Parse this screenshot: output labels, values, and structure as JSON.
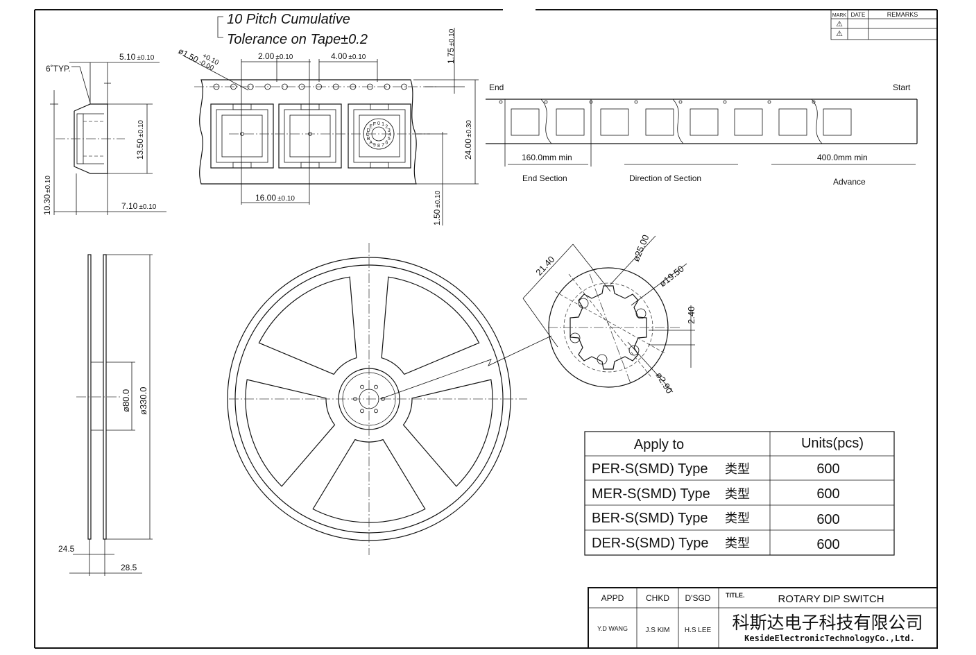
{
  "pitch_note": {
    "line1": "10 Pitch Cumulative",
    "line2": "Tolerance on Tape±0.2"
  },
  "revision_table": {
    "headers": [
      "MARK",
      "DATE",
      "REMARKS"
    ],
    "marks": [
      "⚠",
      "⚠"
    ]
  },
  "side_view": {
    "angle": "6˚TYP.",
    "dim_width_top": "5.10",
    "dim_width_top_tol": "±0.10",
    "dim_height": "13.50",
    "dim_height_tol": "±0.10",
    "dim_overall": "10.30",
    "dim_overall_tol": "±0.10",
    "dim_width_bottom": "7.10",
    "dim_width_bottom_tol": "±0.10"
  },
  "tape_view": {
    "hole_dia": "ø1.50",
    "hole_dia_tol_plus": "+0.10",
    "hole_dia_tol_minus": "-0.00",
    "pitch_hole": "2.00",
    "pitch_hole_tol": "±0.10",
    "pitch_sprocket": "4.00",
    "pitch_sprocket_tol": "±0.10",
    "edge_offset": "1.75",
    "edge_offset_tol": "±0.10",
    "tape_width": "24.00",
    "tape_width_tol": "±0.30",
    "pocket_pitch": "16.00",
    "pocket_pitch_tol": "±0.10",
    "bottom_offset": "1.50",
    "bottom_offset_tol": "±0.10",
    "dial_marks": "0123456789ABCDEF"
  },
  "leader_trailer": {
    "end_label": "End",
    "start_label": "Start",
    "end_length": "160.0mm min",
    "start_length": "400.0mm min",
    "end_section": "End Section",
    "direction": "Direction of Section",
    "advance": "Advance"
  },
  "reel_side": {
    "dia_hub": "ø80.0",
    "dia_reel": "ø330.0",
    "inner_width": "24.5",
    "outer_width": "28.5"
  },
  "hub_detail": {
    "dim_a": "21.40",
    "dia_outer": "ø25.00",
    "dia_inner": "ø19.50",
    "key_width": "2.40",
    "hole_dia": "ø2.90"
  },
  "units_table": {
    "headers": [
      "Apply to",
      "Units(pcs)"
    ],
    "rows": [
      {
        "type": "PER-S(SMD) Type",
        "suffix": "类型",
        "units": "600"
      },
      {
        "type": "MER-S(SMD) Type",
        "suffix": "类型",
        "units": "600"
      },
      {
        "type": "BER-S(SMD) Type",
        "suffix": "类型",
        "units": "600"
      },
      {
        "type": "DER-S(SMD) Type",
        "suffix": "类型",
        "units": "600"
      }
    ]
  },
  "title_block": {
    "appd_label": "APPD",
    "chkd_label": "CHKD",
    "dsgd_label": "D'SGD",
    "title_label": "TITLE.",
    "title": "ROTARY DIP SWITCH",
    "appd_name": "Y.D WANG",
    "chkd_name": "J.S KIM",
    "dsgd_name": "H.S LEE",
    "company_cn": "科斯达电子科技有限公司",
    "company_en": "KesideElectronicTechnologyCo.,Ltd."
  }
}
